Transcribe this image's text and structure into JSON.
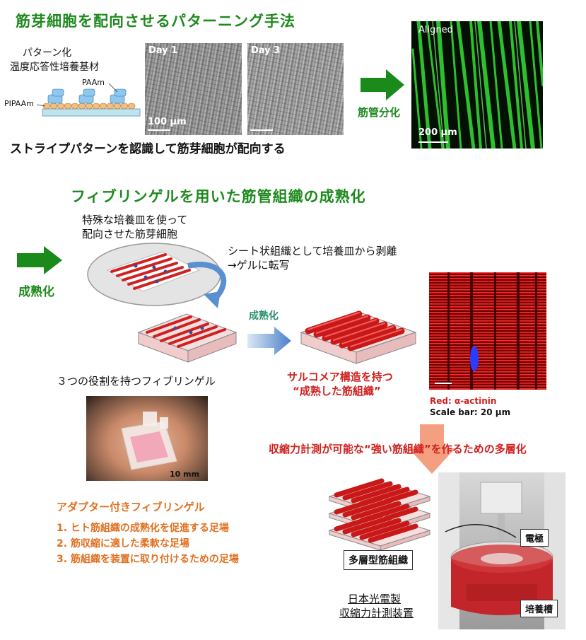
{
  "section1": {
    "title": "筋芽細胞を配向させるパターニング手法",
    "material_line1": "パターン化",
    "material_line2": "温度応答性培養基材",
    "label_paam": "PAAm",
    "label_pipaam": "PIPAAm",
    "day1_label": "Day 1",
    "day3_label": "Day 3",
    "scale_100": "100 μm",
    "caption": "ストライプパターンを認識して筋芽細胞が配向する",
    "arrow_label": "筋管分化",
    "aligned_label": "Aligned",
    "scale_200": "200 μm"
  },
  "section2": {
    "title": "フィブリンゲルを用いた筋管組織の成熟化",
    "left_arrow_label": "成熟化",
    "dish_note_line1": "特殊な培養皿を使って",
    "dish_note_line2": "配向させた筋芽細胞",
    "peel_note_line1": "シート状組織として培養皿から剥離",
    "peel_note_line2": "→ゲルに転写",
    "mature_arrow_label": "成熟化",
    "gel_caption": "３つの役割を持つフィブリンゲル",
    "sarcomere_line1": "サルコメア構造を持つ",
    "sarcomere_line2": "“成熟した筋組織”",
    "red_label": "Red: α-actinin",
    "scale_20": "Scale bar: 20 μm",
    "multilayer_title": "収縮力計測が可能な“強い筋組織”を作るための多層化",
    "photo_scale": "10 mm",
    "adapter_title": "アダプター付きフィブリンゲル",
    "roles": [
      "1.  ヒト筋組織の成熟化を促進する足場",
      "2.  筋収縮に適した柔軟な足場",
      "3.  筋組織を装置に取り付けるための足場"
    ],
    "multilayer_label": "多層型筋組織",
    "device_line1": "日本光電製",
    "device_line2": "収縮力計測装置",
    "electrode_label": "電極",
    "bath_label": "培養槽"
  },
  "colors": {
    "title_green": "#1e8a1e",
    "accent_red": "#d02020",
    "accent_orange": "#e07020",
    "arrow_green": "#1a8a1a",
    "arrow_blue": "#5a8fd0",
    "arrow_salmon": "#f4a080"
  }
}
